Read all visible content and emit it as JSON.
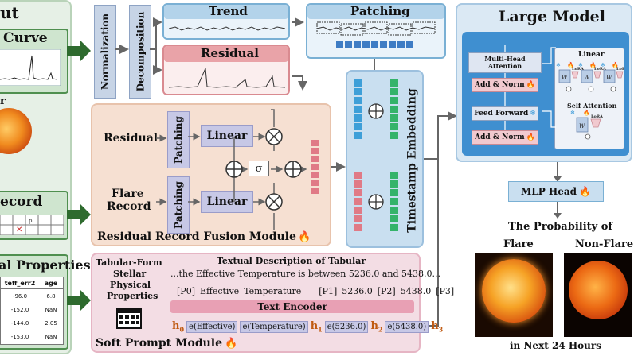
{
  "input": {
    "title_fragment": "ut",
    "curve_label": "Curve",
    "record_label": "ecord",
    "properties_label": "al Properties",
    "table_headers": [
      "teff_err2",
      "age"
    ],
    "table_rows": [
      [
        "-96.0",
        "6.8"
      ],
      [
        "-152.0",
        "NaN"
      ],
      [
        "-144.0",
        "2.05"
      ],
      [
        "-153.0",
        "NaN"
      ]
    ]
  },
  "pre": {
    "normalization": "Normalization",
    "decomposition": "Decomposition",
    "trend": "Trend",
    "residual": "Residual",
    "patching_top": "Patching"
  },
  "fusion": {
    "title": "Residual Record Fusion Module",
    "residual_in": "Residual",
    "flare_in_line1": "Flare",
    "flare_in_line2": "Record",
    "patching": "Patching",
    "linear": "Linear",
    "sigma": "σ"
  },
  "embedding": {
    "label": "Timestamp Embedding"
  },
  "soft_prompt": {
    "title": "Soft Prompt Module",
    "left_line1": "Tabular-Form",
    "left_line2": "Stellar",
    "left_line3": "Physical",
    "left_line4": "Properties",
    "desc_title": "Textual Description of Tabular",
    "desc_text": "...the Effective Temperature is between 5236.0 and 5438.0...",
    "tokens": [
      "[P0]",
      "Effective",
      "Temperature",
      "[P1]",
      "5236.0",
      "[P2]",
      "5438.0",
      "[P3]"
    ],
    "encoder": "Text Encoder",
    "h0": "h",
    "h0_sub": "0",
    "e1": "e(Effective)",
    "e2": "e(Temperature)",
    "h1": "h",
    "h1_sub": "1",
    "e3": "e(5236.0)",
    "h2": "h",
    "h2_sub": "2",
    "e4": "e(5438.0)",
    "h3": "h",
    "h3_sub": "3"
  },
  "model": {
    "title": "Large Model",
    "mha": "Multi-Head Attention",
    "add_norm_1": "Add & Norm",
    "feed_forward": "Feed Forward",
    "add_norm_2": "Add & Norm",
    "linear": "Linear",
    "self_attention": "Self Attention",
    "lora": "LoRA",
    "w": "W",
    "mlp_head": "MLP Head"
  },
  "output": {
    "prob_line1": "The Probability of",
    "flare": "Flare",
    "non_flare": "Non-Flare",
    "next": "in Next 24 Hours"
  },
  "colors": {
    "input_bg": "#e3efe3",
    "green_dark": "#2e6b2e",
    "blue_panel": "#dbe9f4",
    "pink": "#e9a3a8",
    "fusion_bg": "#f6e0d2",
    "prompt_bg": "#f3dde4"
  }
}
